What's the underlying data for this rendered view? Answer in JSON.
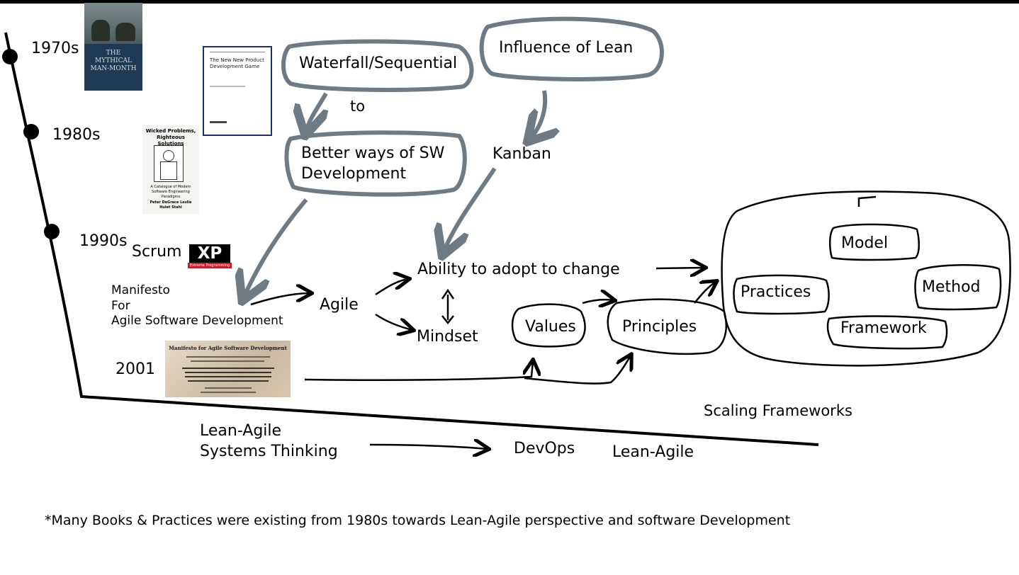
{
  "timeline": {
    "eras": [
      "1970s",
      "1980s",
      "1990s",
      "2001"
    ]
  },
  "books": {
    "mythical": {
      "line1": "THE",
      "line2": "MYTHICAL",
      "line3": "MAN-MONTH"
    },
    "new_product": {
      "title": "The New New Product Development Game"
    },
    "wicked": {
      "title": "Wicked Problems, Righteous Solutions",
      "subtitle": "A Catalogue of Modern Software Engineering Paradigms",
      "authors": "Peter DeGrace Leslie Hulet Stahl"
    },
    "xp": {
      "label": "XP",
      "caption": "Extreme Programming"
    },
    "manifesto_doc": {
      "title": "Manifesto for Agile Software Development"
    }
  },
  "nodes": {
    "waterfall": "Waterfall/Sequential",
    "to": "to",
    "better_ways_line1": "Better ways of SW",
    "better_ways_line2": "Development",
    "influence_lean": "Influence of Lean",
    "kanban": "Kanban",
    "scrum": "Scrum",
    "manifesto_line1": "Manifesto",
    "manifesto_line2": "For",
    "manifesto_line3": "Agile Software Development",
    "agile": "Agile",
    "ability": "Ability to adopt to change",
    "mindset": "Mindset",
    "values": "Values",
    "principles": "Principles",
    "model": "Model",
    "practices": "Practices",
    "method": "Method",
    "framework": "Framework",
    "scaling": "Scaling Frameworks",
    "lean_agile_line1": "Lean-Agile",
    "lean_agile_line2": "Systems Thinking",
    "devops": "DevOps",
    "lean_agile_end": "Lean-Agile"
  },
  "footnote": "*Many Books & Practices were existing from 1980s towards Lean-Agile perspective and software Development",
  "colors": {
    "sketch_black": "#000000",
    "sketch_grey": "#6e7a84",
    "book_navy": "#1f3a55",
    "book_border": "#1e2f6e"
  }
}
